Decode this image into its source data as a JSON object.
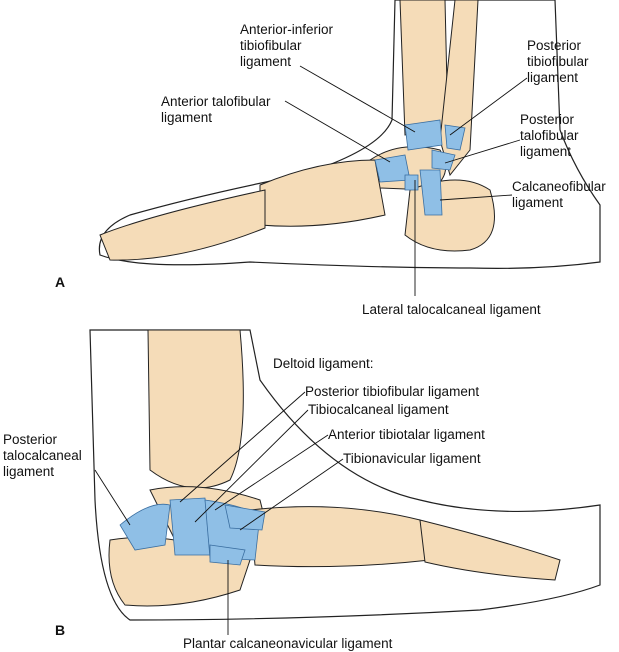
{
  "figure_a": {
    "panel_label": "A",
    "labels": {
      "anterior_inferior_tibiofibular": [
        "Anterior-inferior",
        "tibiofibular",
        "ligament"
      ],
      "posterior_tibiofibular": [
        "Posterior",
        "tibiofibular",
        "ligament"
      ],
      "anterior_talofibular": [
        "Anterior talofibular",
        "ligament"
      ],
      "posterior_talofibular": [
        "Posterior",
        "talofibular",
        "ligament"
      ],
      "calcaneofibular": [
        "Calcaneofibular",
        "ligament"
      ],
      "lateral_talocalcaneal": "Lateral talocalcaneal ligament"
    }
  },
  "figure_b": {
    "panel_label": "B",
    "labels": {
      "deltoid_heading": "Deltoid ligament:",
      "posterior_tibiofibular": "Posterior tibiofibular ligament",
      "tibiocalcaneal": "Tibiocalcaneal ligament",
      "anterior_tibiotalar": "Anterior tibiotalar ligament",
      "tibionavicular": "Tibionavicular ligament",
      "posterior_talocalcaneal": [
        "Posterior",
        "talocalcaneal",
        "ligament"
      ],
      "plantar_calcaneonavicular": "Plantar calcaneonavicular ligament"
    }
  },
  "colors": {
    "bone": "#f5dcb8",
    "ligament": "#8fbfe6",
    "outline": "#222222"
  }
}
